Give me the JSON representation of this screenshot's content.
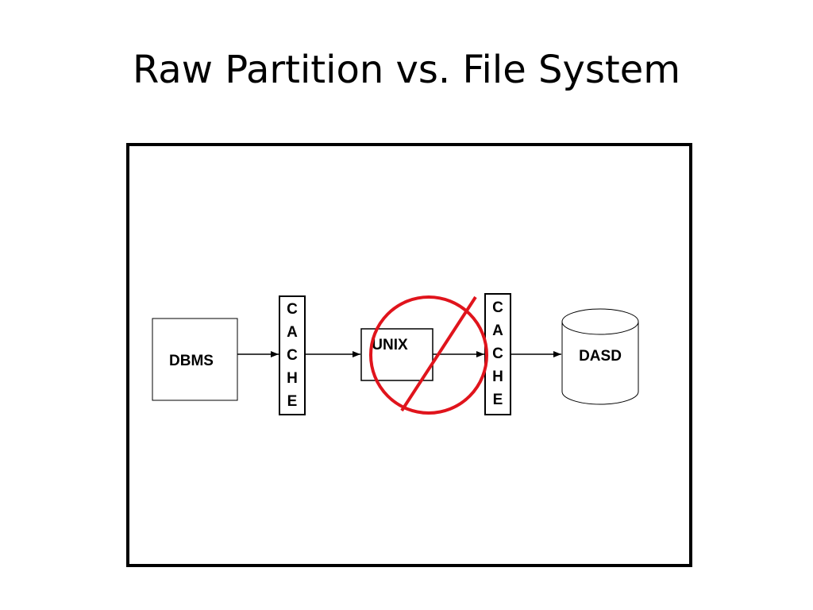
{
  "title": "Raw Partition vs. File System",
  "diagram": {
    "nodes": {
      "dbms": "DBMS",
      "cache1": [
        "C",
        "A",
        "C",
        "H",
        "E"
      ],
      "unix": "UNIX",
      "cache2": [
        "C",
        "A",
        "C",
        "H",
        "E"
      ],
      "dasd": "DASD"
    },
    "edges": [
      {
        "from": "dbms",
        "to": "cache1"
      },
      {
        "from": "cache1",
        "to": "unix"
      },
      {
        "from": "unix",
        "to": "cache2"
      },
      {
        "from": "cache2",
        "to": "dasd"
      }
    ],
    "prohibition_symbol": {
      "target": "unix",
      "color": "#e0141c"
    }
  }
}
